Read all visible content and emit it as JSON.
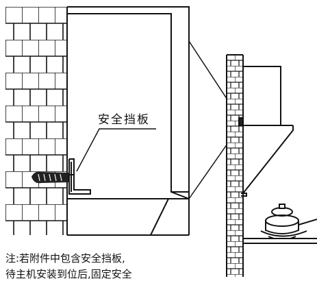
{
  "labels": {
    "safety_plate": "安全挡板",
    "note_line1": "注:若附件中包含安全挡板,",
    "note_line2": "待主机安装到位后,固定安全"
  },
  "colors": {
    "line": "#111111",
    "background": "#ffffff",
    "fill_dark": "#222222"
  }
}
